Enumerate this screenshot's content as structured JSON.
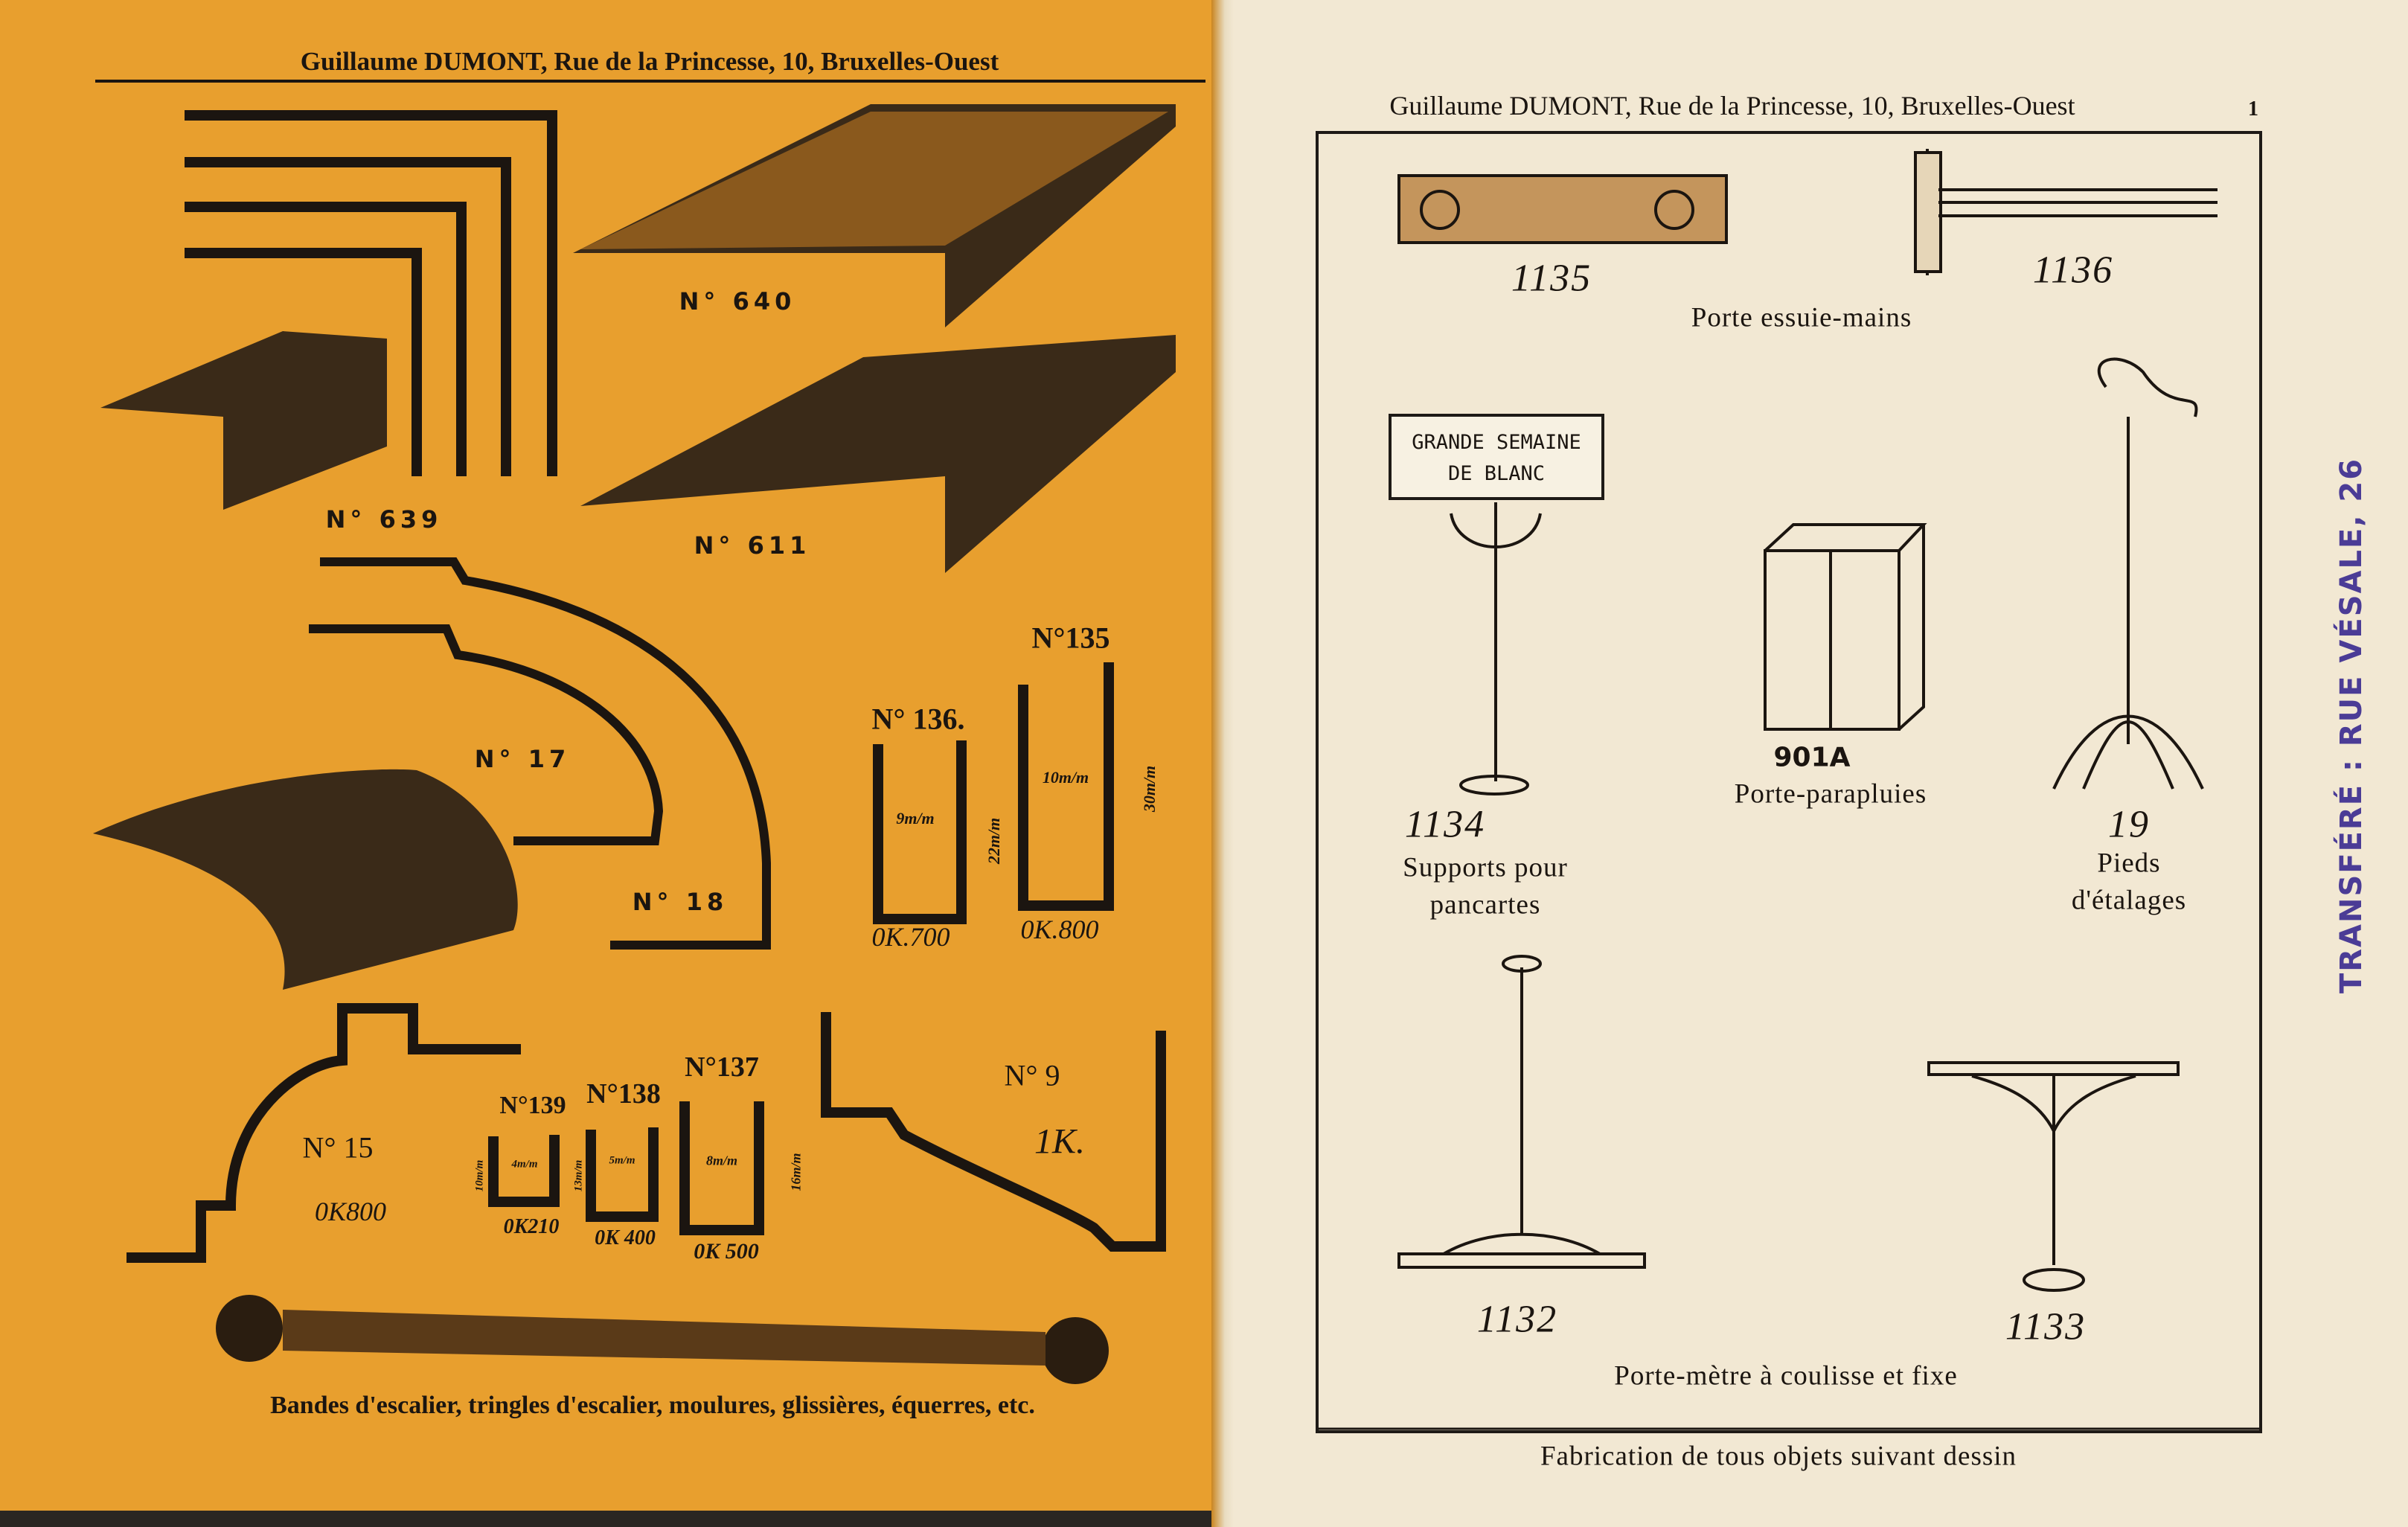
{
  "left_page": {
    "header": "Guillaume DUMONT, Rue de la Princesse, 10, Bruxelles-Ouest",
    "labels": {
      "n640": "N° 640",
      "n639": "N° 639",
      "n611": "N° 611",
      "n17": "N° 17",
      "n18": "N° 18",
      "n136": "N° 136.",
      "n135": "N°135",
      "d9": "9m/m",
      "d10": "10m/m",
      "d22": "22m/m",
      "d30": "30m/m",
      "ok700": "0K.700",
      "ok800a": "0K.800",
      "n15": "N° 15",
      "ok800b": "0K800",
      "n139": "N°139",
      "n138": "N°138",
      "n137": "N°137",
      "d4": "4m/m",
      "d5": "5m/m",
      "d8": "8m/m",
      "d10b": "10m/m",
      "d13": "13m/m",
      "d16": "16m/m",
      "ok210": "0K210",
      "ok400": "0K 400",
      "ok500": "0K 500",
      "n9": "N° 9",
      "k1": "1K."
    },
    "caption": "Bandes d'escalier, tringles d'escalier, moulures, glissières, équerres, etc."
  },
  "right_page": {
    "header": "Guillaume DUMONT, Rue de la Princesse, 10, Bruxelles-Ouest",
    "page_number": "1",
    "items": {
      "i1135": "1135",
      "i1136": "1136",
      "towel_caption": "Porte essuie-mains",
      "sign_line1": "GRANDE SEMAINE",
      "sign_line2": "DE BLANC",
      "i901": "901A",
      "umbrella_caption": "Porte-parapluies",
      "i1134": "1134",
      "supports_line1": "Supports pour",
      "supports_line2": "pancartes",
      "i19": "19",
      "pieds_line1": "Pieds",
      "pieds_line2": "d'étalages",
      "i1132": "1132",
      "i1133": "1133",
      "metre_caption": "Porte-mètre à coulisse et fixe"
    },
    "footer": "Fabrication de tous objets suivant dessin",
    "stamp": "TRANSFÉRÉ : RUE VÉSALE, 26"
  },
  "colors": {
    "orange_paper": "#E89F2E",
    "cream_paper": "#F2E8D3",
    "ink": "#1b1510",
    "stamp": "#4b3c96"
  }
}
